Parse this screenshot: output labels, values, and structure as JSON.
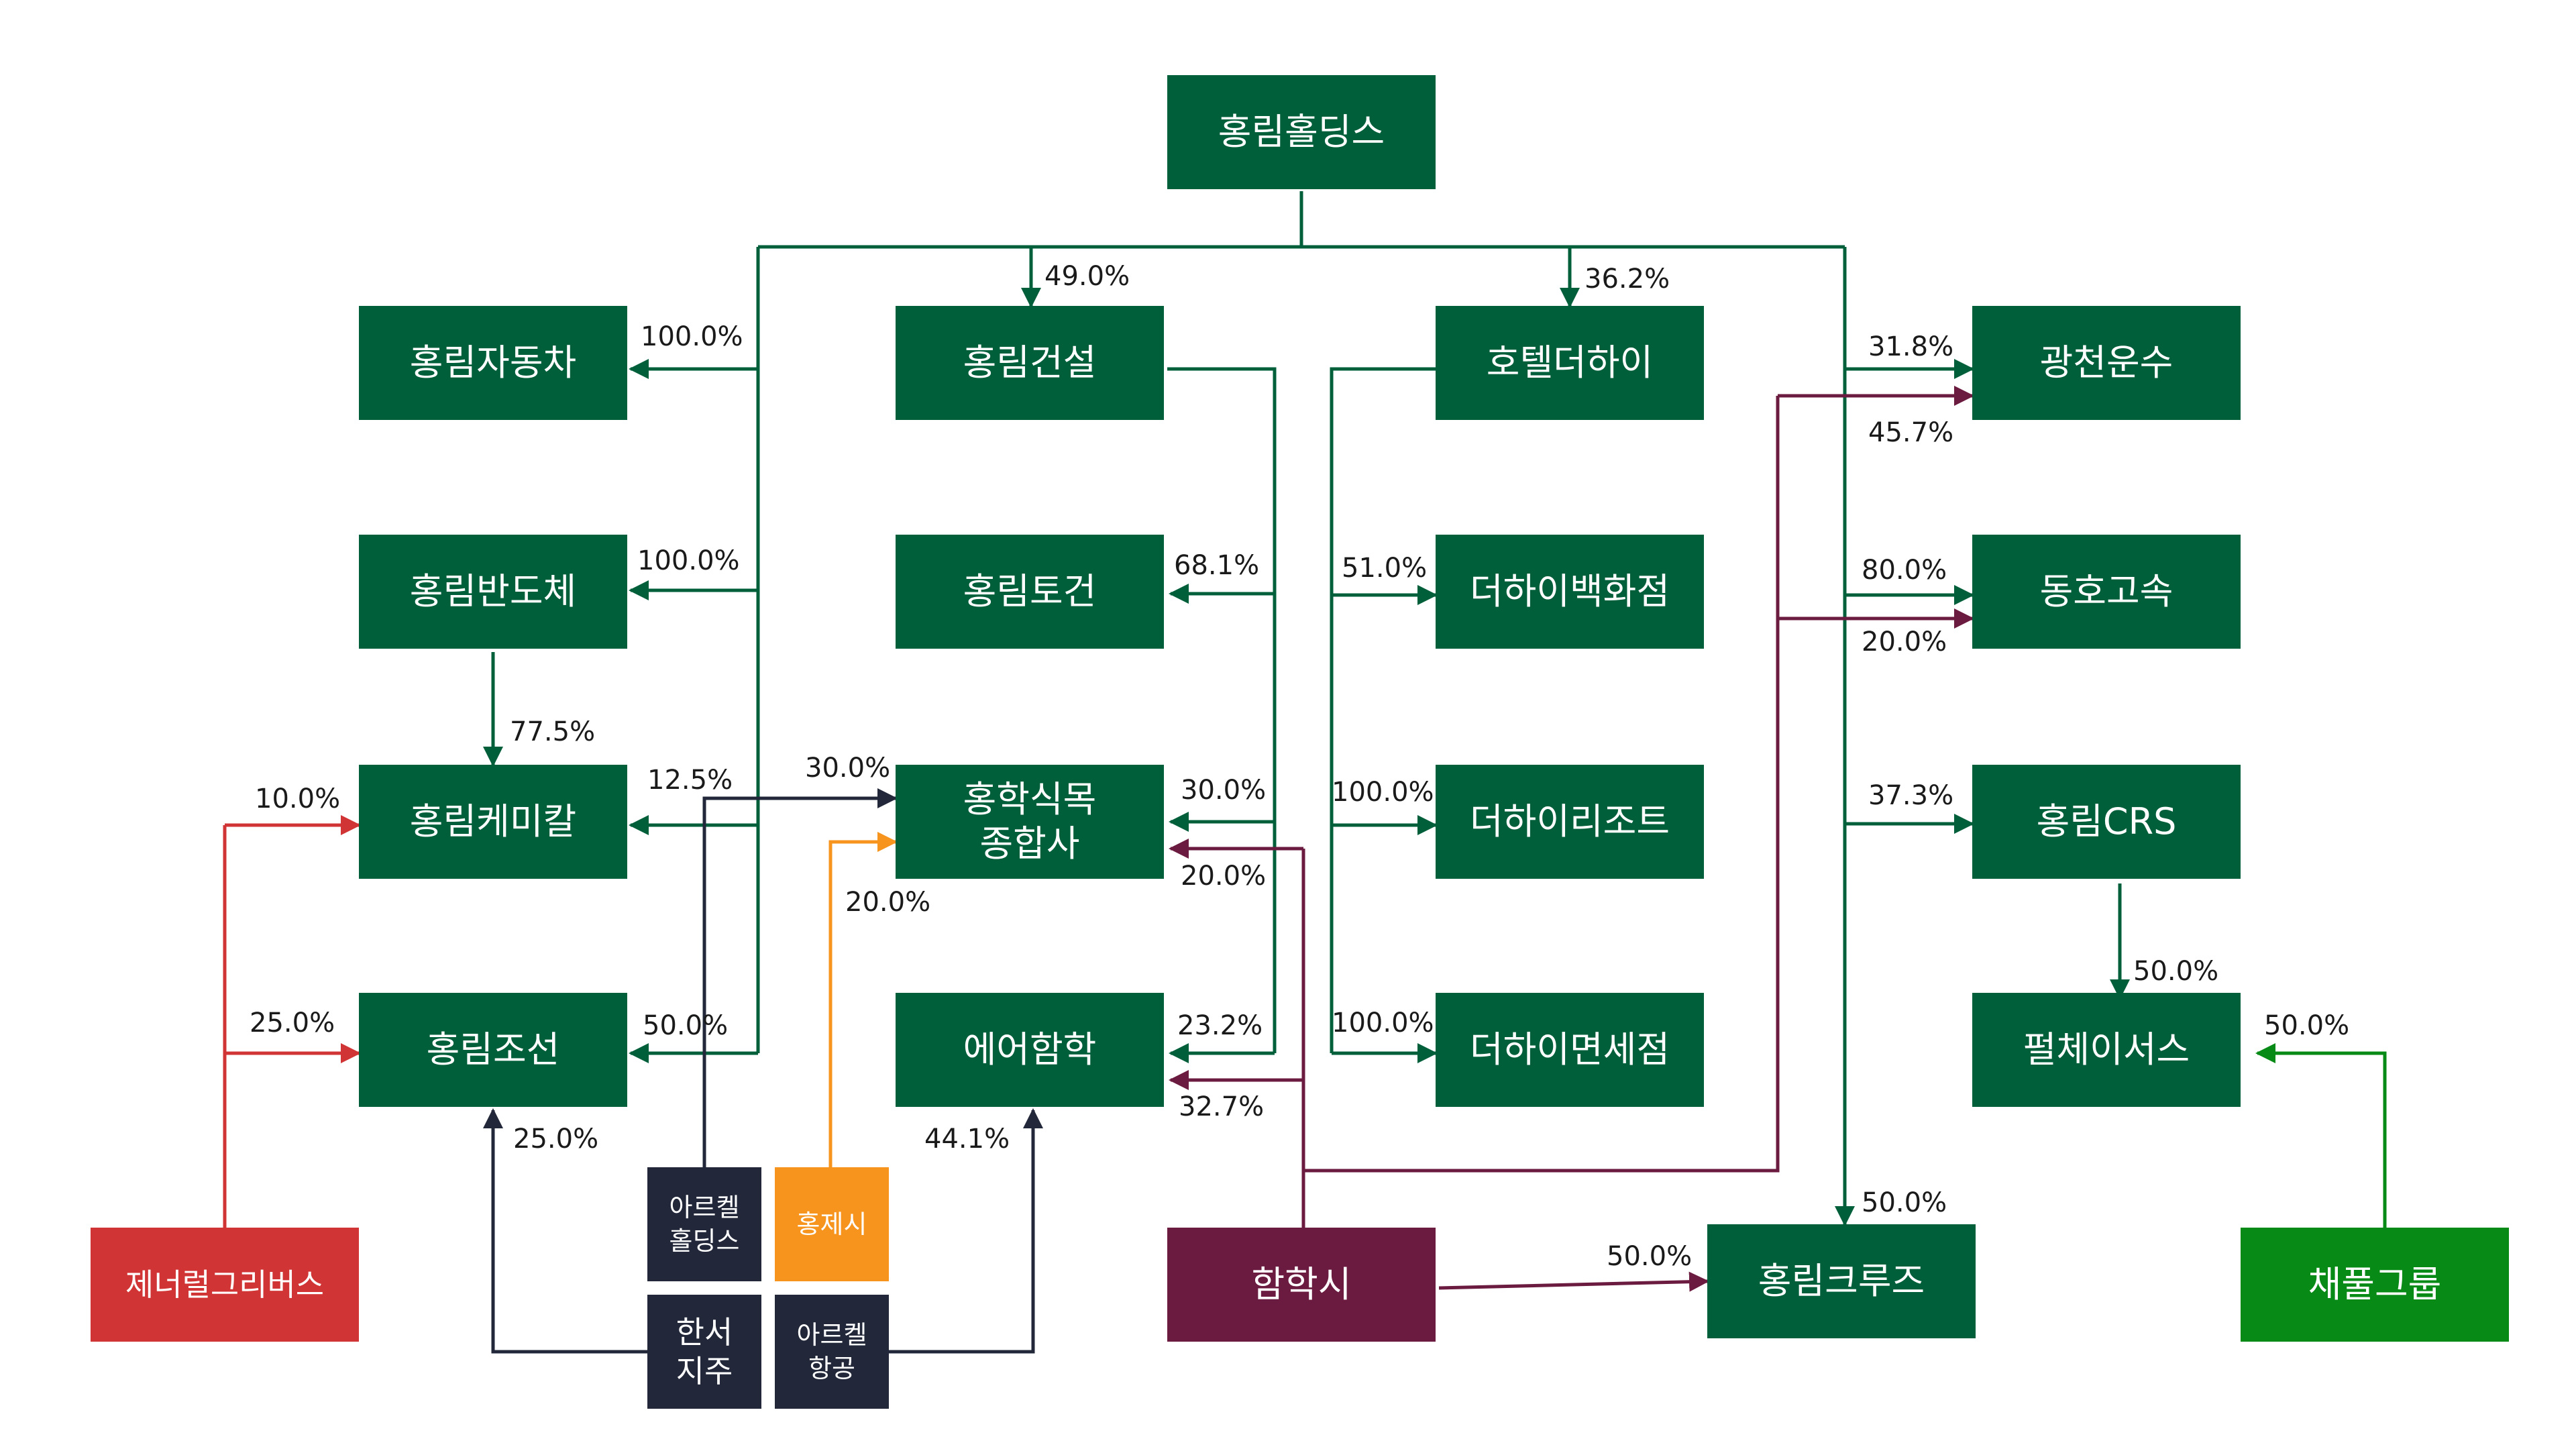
{
  "nodes": {
    "holdings": "홍림홀딩스",
    "auto": "홍림자동차",
    "semi": "홍림반도체",
    "chem": "홍림케미칼",
    "ship": "홍림조선",
    "construct": "홍림건설",
    "civil": "홍림토건",
    "foodtrade": "홍학식목\n종합사",
    "airhh": "에어함학",
    "hotel": "호텔더하이",
    "dept": "더하이백화점",
    "resort": "더하이리조트",
    "dutyfree": "더하이면세점",
    "gwangcheon": "광천운수",
    "dongho": "동호고속",
    "crs": "홍림CRS",
    "pulche": "펄체이서스",
    "cruise": "홍림크루즈",
    "general": "제너럴그리버스",
    "arkel_holdings": "아르켈\n홀딩스",
    "hongje": "홍제시",
    "hanseo": "한서\n지주",
    "arkel_air": "아르켈\n항공",
    "hamhak": "함학시",
    "chaepul": "채풀그룹"
  },
  "stakes": {
    "construct": "49.0%",
    "hotel": "36.2%",
    "auto": "100.0%",
    "semi": "100.0%",
    "chem_from_semi": "77.5%",
    "chem_from_holdings": "12.5%",
    "chem_from_general": "10.0%",
    "ship_from_general": "25.0%",
    "ship_from_holdings": "50.0%",
    "ship_from_hanseo": "25.0%",
    "civil": "68.1%",
    "food_from_construct": "30.0%",
    "food_from_arkel": "30.0%",
    "food_from_hongje": "20.0%",
    "food_from_hamhak": "20.0%",
    "air_from_construct": "23.2%",
    "air_from_hamhak": "32.7%",
    "air_from_arkelair": "44.1%",
    "dept": "51.0%",
    "resort": "100.0%",
    "dutyfree": "100.0%",
    "gwangcheon_holdings": "31.8%",
    "gwangcheon_hamhak": "45.7%",
    "dongho_holdings": "80.0%",
    "dongho_hamhak": "20.0%",
    "crs": "37.3%",
    "pulche_crs": "50.0%",
    "pulche_chaepul": "50.0%",
    "cruise_holdings": "50.0%",
    "cruise_hamhak": "50.0%"
  },
  "colors": {
    "green": "#005f3b",
    "red": "#d03434",
    "maroon": "#6b1b3f",
    "bright_green": "#078a16",
    "navy": "#22283a",
    "orange": "#f7941d"
  }
}
